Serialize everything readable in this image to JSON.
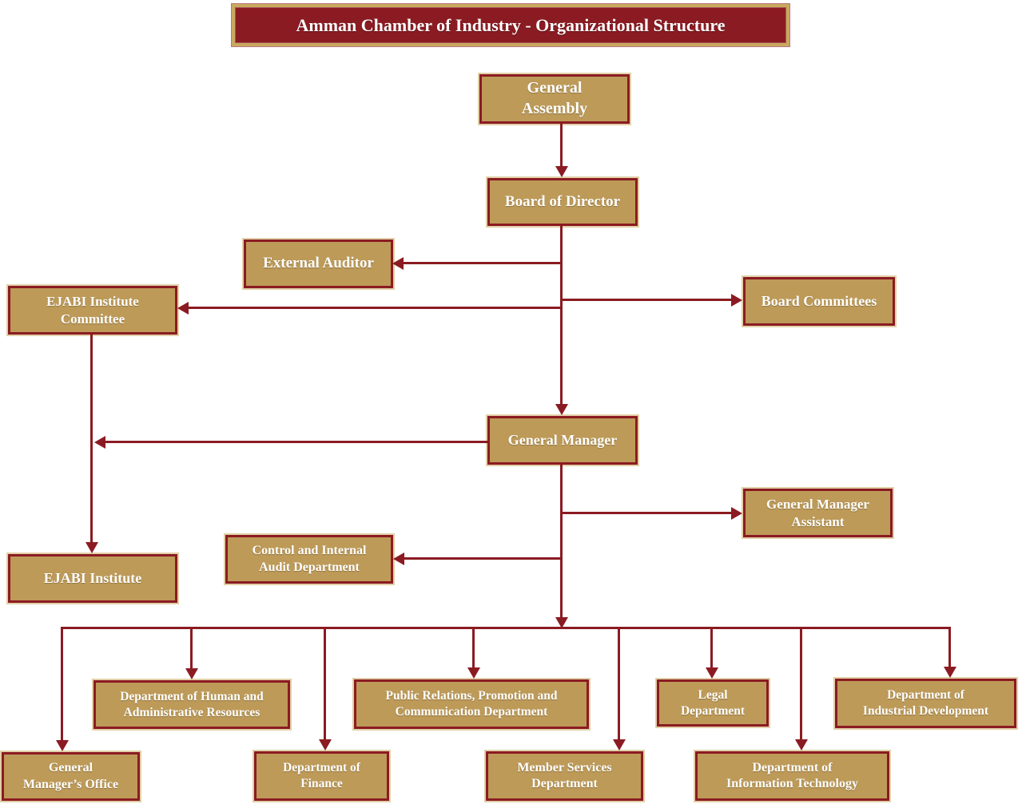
{
  "title": "Amman Chamber of Industry - Organizational Structure",
  "colors": {
    "maroon": "#8b1b22",
    "tan": "#bd9a58",
    "gold": "#c8a95e",
    "text": "#ffffff",
    "background": "#ffffff"
  },
  "nodes": {
    "general_assembly": "General\nAssembly",
    "board_of_director": "Board of Director",
    "external_auditor": "External Auditor",
    "ejabi_institute_committee": "EJABI Institute\nCommittee",
    "board_committees": "Board Committees",
    "general_manager": "General Manager",
    "general_manager_assistant": "General Manager\nAssistant",
    "control_internal_audit": "Control and Internal\nAudit Department",
    "ejabi_institute": "EJABI Institute",
    "dept_human_admin": "Department of Human and\nAdministrative Resources",
    "public_relations": "Public Relations, Promotion and\nCommunication Department",
    "legal_department": "Legal\nDepartment",
    "dept_industrial_development": "Department of\nIndustrial Development",
    "general_managers_office": "General\nManager’s Office",
    "dept_finance": "Department of\nFinance",
    "member_services": "Member Services\nDepartment",
    "dept_information_technology": "Department of\nInformation Technology"
  }
}
